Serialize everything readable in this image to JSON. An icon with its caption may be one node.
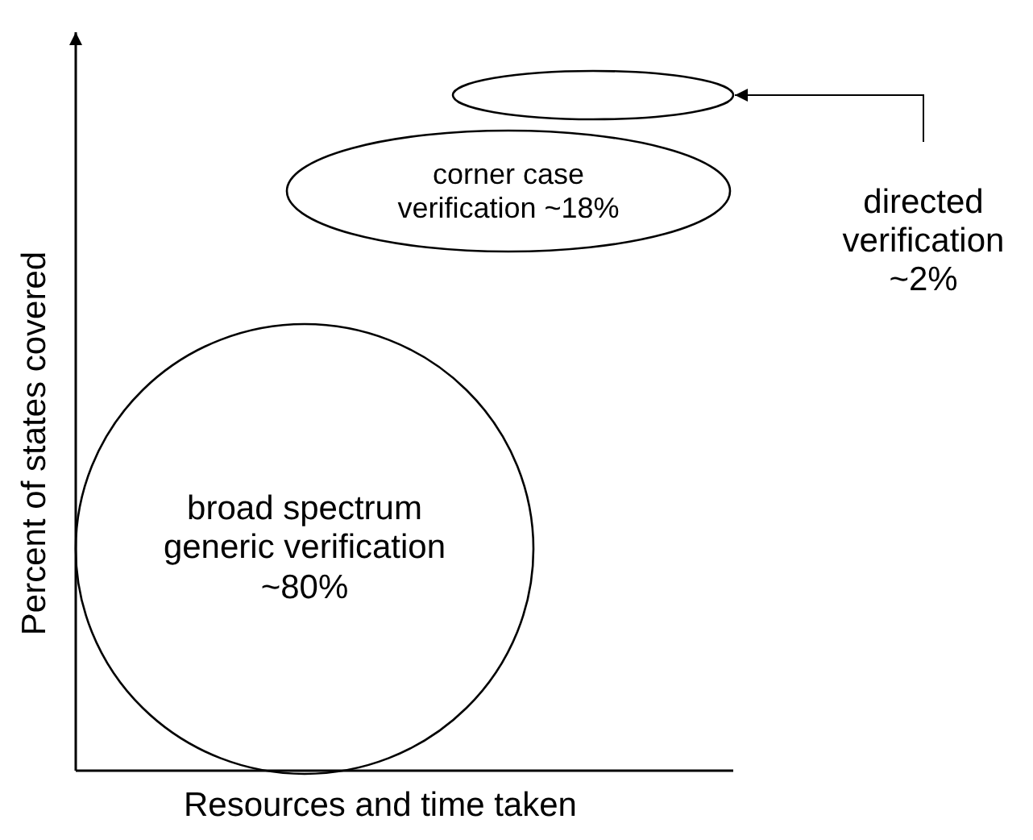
{
  "diagram": {
    "nodes": [
      {
        "text": [
          "broad spectrum generic verification ~80%"
        ]
      },
      {
        "text": [
          "corner case verification ~18%"
        ]
      },
      {
        "text": [],
        "shape": "ellipse"
      },
      {
        "text": [
          "directed verification ~2%"
        ]
      }
    ],
    "edges": [
      {
        "from": 3,
        "to": 2,
        "arrow": "to"
      }
    ],
    "labels": [
      "Percent of states covered",
      "Resources and time taken"
    ]
  }
}
